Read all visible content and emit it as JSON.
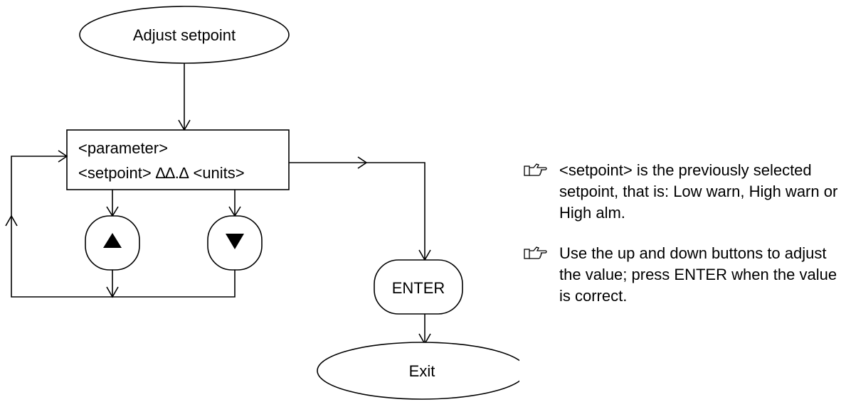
{
  "diagram": {
    "start_label": "Adjust setpoint",
    "display_line1": "<parameter>",
    "display_line2": "<setpoint> ∆∆.∆ <units>",
    "up_button": "up-arrow-icon",
    "down_button": "down-arrow-icon",
    "enter_label": "ENTER",
    "exit_label": "Exit"
  },
  "notes": [
    {
      "icon": "pointing-hand-icon",
      "text": "<setpoint> is the previously selected setpoint, that is: Low warn, High warn or High alm."
    },
    {
      "icon": "pointing-hand-icon",
      "text": "Use the up and down buttons to adjust the value; press ENTER when the value is correct."
    }
  ]
}
